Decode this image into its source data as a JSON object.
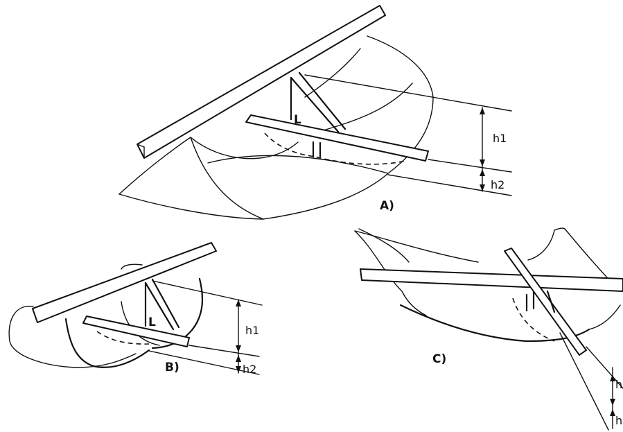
{
  "figures": [
    {
      "id": "A",
      "label": "A)",
      "angle_mark": "L",
      "dims": [
        "h1",
        "h2"
      ]
    },
    {
      "id": "B",
      "label": "B)",
      "angle_mark": "L",
      "dims": [
        "h1",
        "h2"
      ]
    },
    {
      "id": "C",
      "label": "C)",
      "dims": [
        "h",
        "h"
      ]
    }
  ]
}
